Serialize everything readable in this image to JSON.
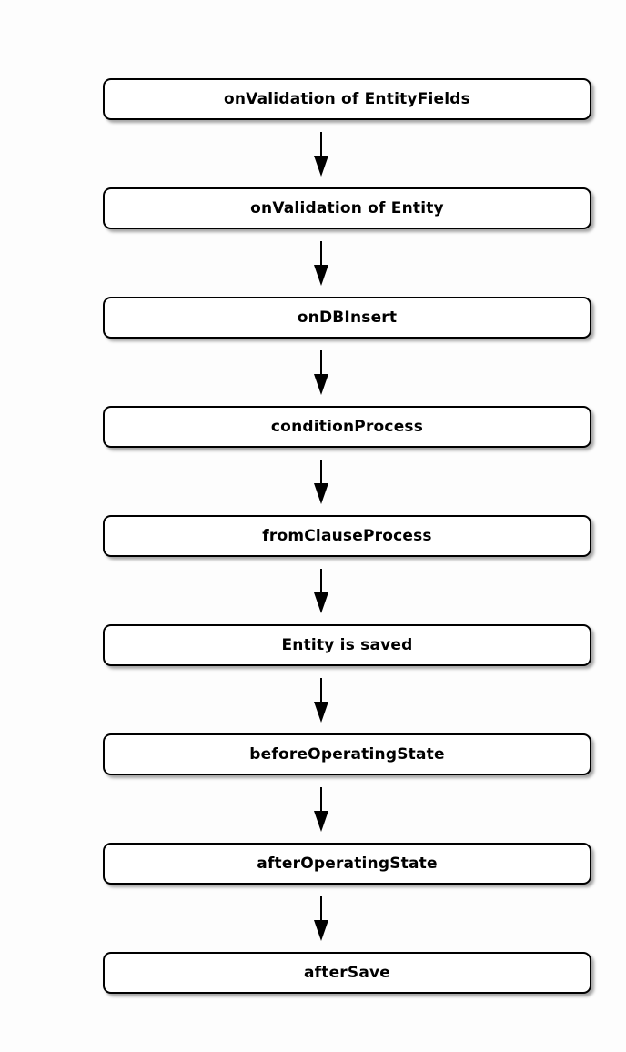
{
  "flowchart": {
    "type": "vertical-flow",
    "connector": {
      "shape": "down-arrow",
      "color": "#000000"
    },
    "colors": {
      "background": "#fdfdfd",
      "node_fill": "#ffffff",
      "node_border": "#000000",
      "node_text": "#000000",
      "shadow": "rgba(0,0,0,0.35)"
    },
    "steps": [
      {
        "label": "onValidation of EntityFields"
      },
      {
        "label": "onValidation of Entity"
      },
      {
        "label": "onDBInsert"
      },
      {
        "label": "conditionProcess"
      },
      {
        "label": "fromClauseProcess"
      },
      {
        "label": "Entity is saved"
      },
      {
        "label": "beforeOperatingState"
      },
      {
        "label": "afterOperatingState"
      },
      {
        "label": "afterSave"
      }
    ]
  }
}
